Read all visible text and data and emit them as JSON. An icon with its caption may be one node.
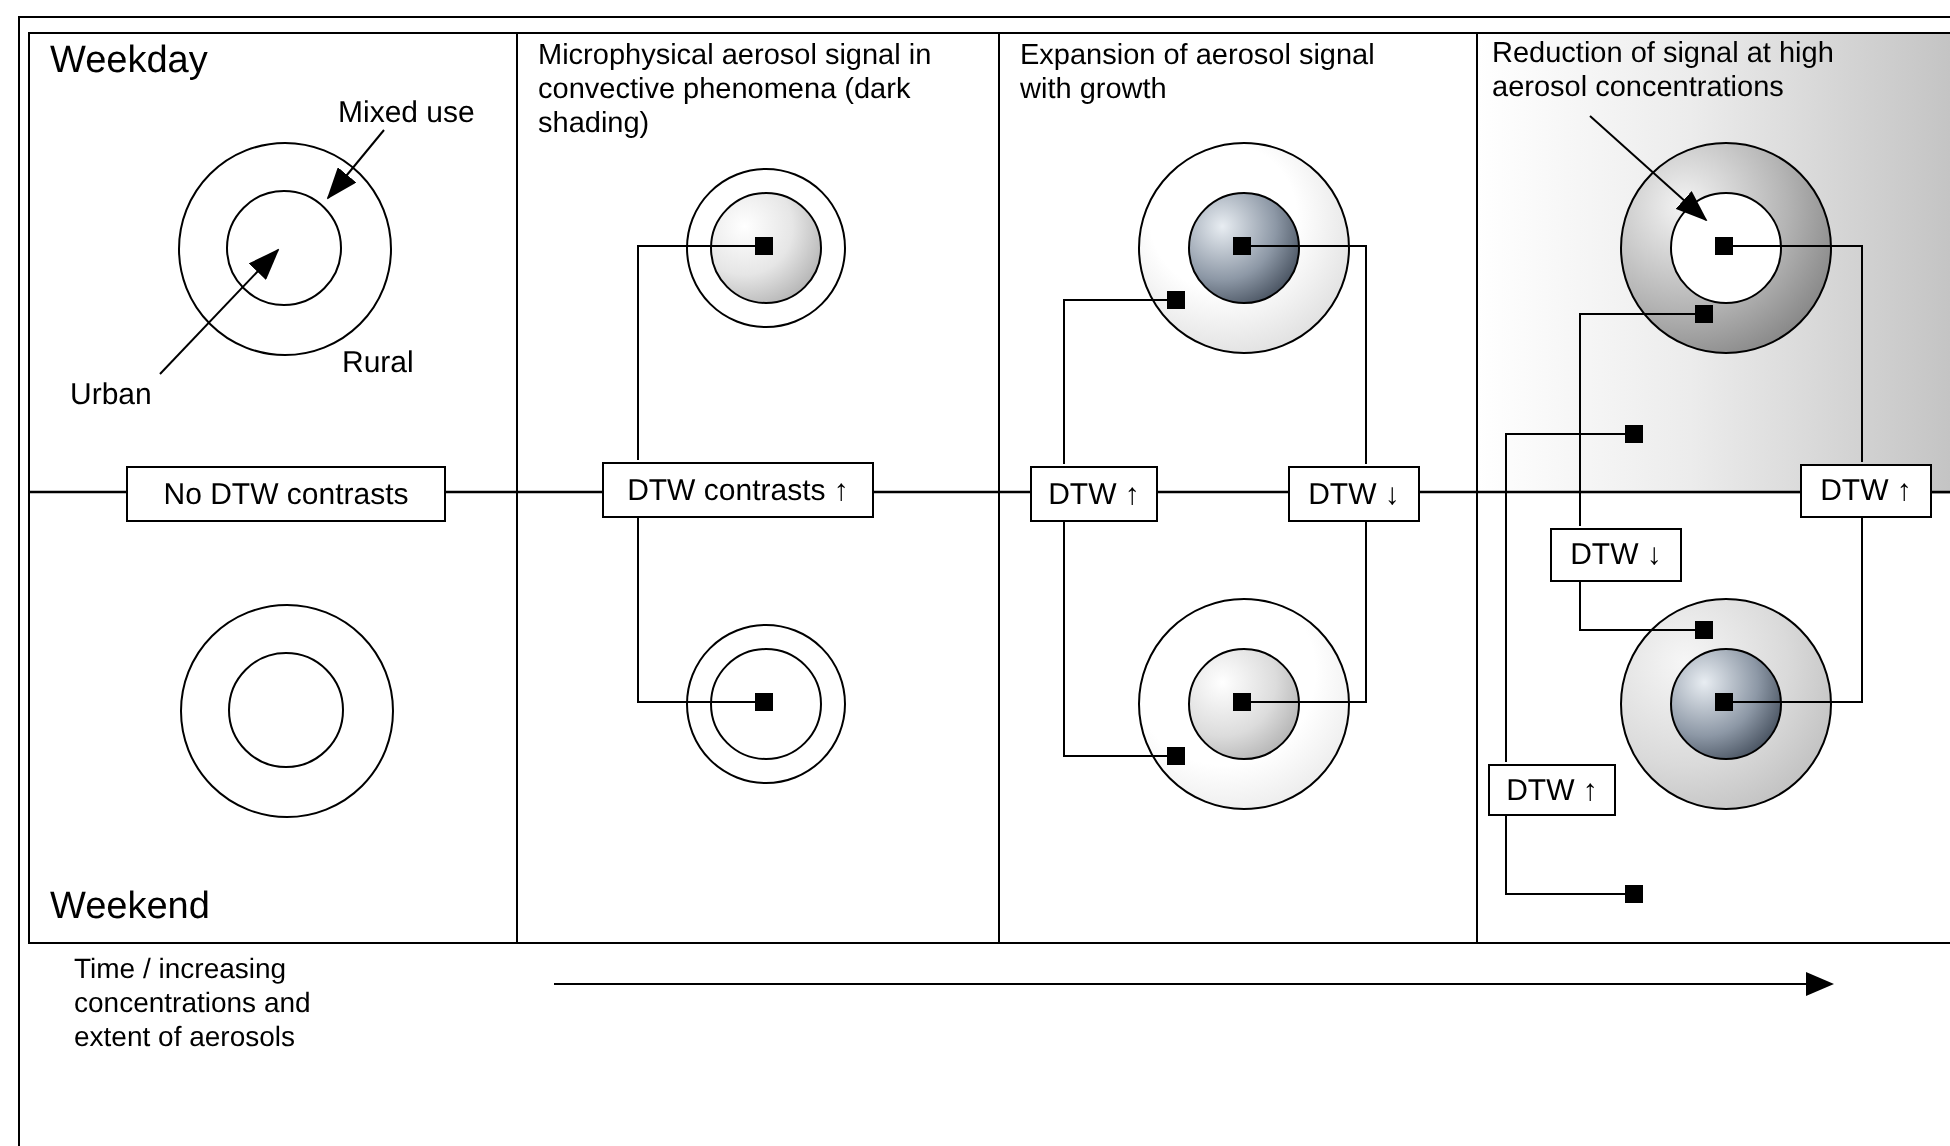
{
  "diagram": {
    "nodes": [
      {
        "text": [
          "Weekday",
          "Weekend"
        ]
      },
      {
        "text": [
          "Mixed use"
        ],
        "in": 0
      },
      {
        "text": [
          "Urban"
        ],
        "in": 0
      },
      {
        "text": [],
        "shape": "circle",
        "in": 0
      },
      {
        "text": [],
        "shape": "circle",
        "in": 3
      },
      {
        "text": [
          "No DTW contrasts"
        ],
        "in": 0
      },
      {
        "text": [],
        "shape": "circle",
        "in": 0
      },
      {
        "text": [],
        "shape": "circle",
        "in": 6
      },
      {
        "text": [
          "Microphysical aerosol signal in convective phenomena (dark shading)"
        ]
      },
      {
        "text": [],
        "shape": "circle",
        "in": 8
      },
      {
        "text": [],
        "shape": "circle",
        "in": 9
      },
      {
        "text": [
          "DTW contrasts ↑"
        ],
        "in": 8
      },
      {
        "text": [],
        "shape": "circle",
        "in": 8
      },
      {
        "text": [],
        "shape": "circle",
        "in": 12
      },
      {
        "text": [
          "Expansion of aerosol signal with growth"
        ]
      },
      {
        "text": [],
        "shape": "circle",
        "in": 14
      },
      {
        "text": [],
        "shape": "circle",
        "in": 15
      },
      {
        "text": [
          "DTW ↑"
        ],
        "in": 14
      },
      {
        "text": [
          "DTW ↓"
        ],
        "in": 14
      },
      {
        "text": [],
        "shape": "circle",
        "in": 14
      },
      {
        "text": [],
        "shape": "circle",
        "in": 19
      },
      {
        "text": [],
        "shape": "box"
      },
      {
        "text": [
          "Reduction of signal at high aerosol concentrations"
        ],
        "in": 21
      },
      {
        "text": [],
        "shape": "circle",
        "in": 21
      },
      {
        "text": [],
        "shape": "circle",
        "in": 23
      },
      {
        "text": [
          "DTW ↑"
        ],
        "in": 21
      },
      {
        "text": [
          "DTW ↓"
        ],
        "in": 21
      },
      {
        "text": [],
        "shape": "circle",
        "in": 21
      },
      {
        "text": [],
        "shape": "circle",
        "in": 27
      },
      {
        "text": [
          "DTW ↑"
        ],
        "in": 21
      }
    ],
    "edges": [
      {
        "from": 1,
        "to": 3,
        "arrow": "to"
      },
      {
        "from": 2,
        "to": 4,
        "arrow": "to"
      },
      {
        "from": 11,
        "to": 10,
        "arrow": "other"
      },
      {
        "from": 11,
        "to": 13,
        "arrow": "other"
      },
      {
        "from": 17,
        "to": 15,
        "arrow": "other"
      },
      {
        "from": 17,
        "to": 19,
        "arrow": "other"
      },
      {
        "from": 18,
        "to": 16,
        "arrow": "other"
      },
      {
        "from": 18,
        "to": 20,
        "arrow": "other"
      },
      {
        "from": 22,
        "to": 24,
        "arrow": "to"
      },
      {
        "from": 25,
        "to": 24,
        "arrow": "other"
      },
      {
        "from": 25,
        "to": 28,
        "arrow": "other"
      },
      {
        "from": 26,
        "to": 23,
        "arrow": "other"
      },
      {
        "from": 26,
        "to": 27,
        "arrow": "other"
      },
      {
        "from": 29,
        "to": null,
        "arrow": "other"
      },
      {
        "from": 29,
        "to": null,
        "arrow": "other"
      }
    ],
    "labels": [
      "Rural",
      "Time / increasing concentrations and extent of aerosols"
    ]
  }
}
